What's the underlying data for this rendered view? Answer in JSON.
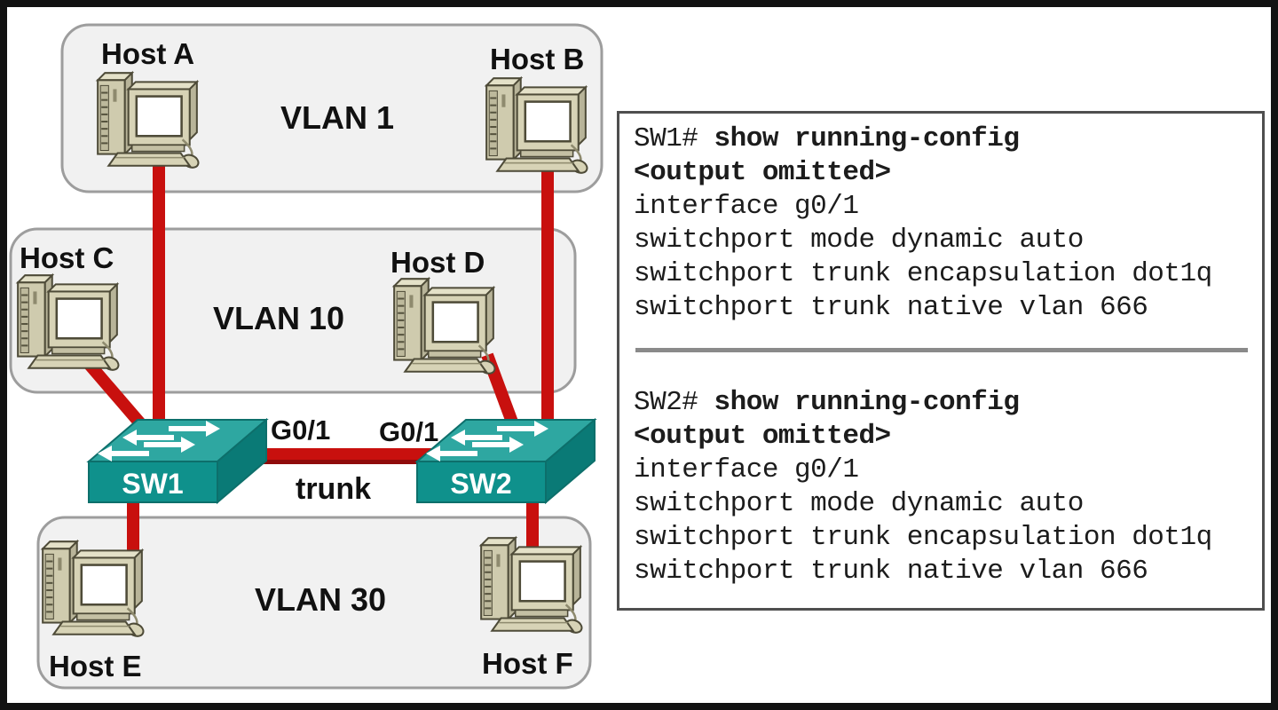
{
  "diagram": {
    "vlans": [
      {
        "label": "VLAN 1"
      },
      {
        "label": "VLAN 10"
      },
      {
        "label": "VLAN 30"
      }
    ],
    "hosts": [
      {
        "label": "Host A"
      },
      {
        "label": "Host B"
      },
      {
        "label": "Host C"
      },
      {
        "label": "Host D"
      },
      {
        "label": "Host E"
      },
      {
        "label": "Host F"
      }
    ],
    "switches": [
      {
        "name": "SW1"
      },
      {
        "name": "SW2"
      }
    ],
    "trunk": {
      "label": "trunk",
      "left_port": "G0/1",
      "right_port": "G0/1"
    }
  },
  "config_panel": {
    "sections": [
      {
        "prompt": "SW1#",
        "command": "show running-config",
        "omitted": "<output omitted>",
        "lines": [
          "interface g0/1",
          "switchport mode dynamic auto",
          "switchport trunk encapsulation dot1q",
          "switchport trunk native vlan 666"
        ]
      },
      {
        "prompt": "SW2#",
        "command": "show running-config",
        "omitted": "<output omitted>",
        "lines": [
          "interface g0/1",
          "switchport mode dynamic auto",
          "switchport trunk encapsulation dot1q",
          "switchport trunk native vlan 666"
        ]
      }
    ]
  },
  "colors": {
    "cable_red": "#c8100e",
    "cable_red_dark": "#8f0b0b",
    "switch_top": "#2ea7a1",
    "switch_front": "#0f918c",
    "switch_side": "#0a7a76",
    "vlan_box_fill": "#f1f1f1",
    "vlan_box_border": "#9d9d9d"
  }
}
